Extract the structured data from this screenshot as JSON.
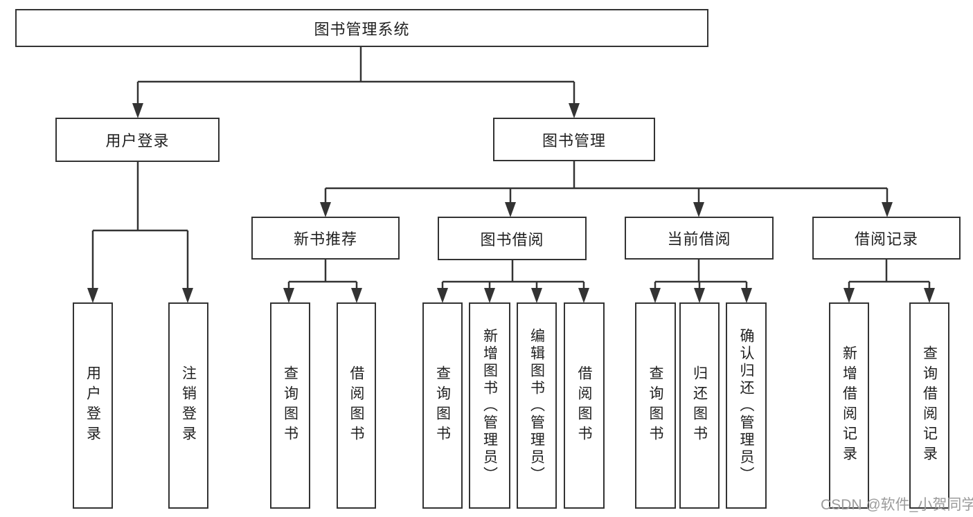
{
  "diagram_title": "图书管理系统",
  "watermark": "CSDN @软件_小贺同学",
  "colors": {
    "line": "#333333",
    "box_border": "#333333",
    "text": "#1f1f1f",
    "watermark": "#9b9b9b",
    "background": "#ffffff"
  },
  "tree": {
    "label": "图书管理系统",
    "children": [
      {
        "label": "用户登录",
        "children": [
          {
            "label": "用户登录"
          },
          {
            "label": "注销登录"
          }
        ]
      },
      {
        "label": "图书管理",
        "children": [
          {
            "label": "新书推荐",
            "children": [
              {
                "label": "查询图书"
              },
              {
                "label": "借阅图书"
              }
            ]
          },
          {
            "label": "图书借阅",
            "children": [
              {
                "label": "查询图书"
              },
              {
                "label": "新增图书（管理员）"
              },
              {
                "label": "编辑图书（管理员）"
              },
              {
                "label": "借阅图书"
              }
            ]
          },
          {
            "label": "当前借阅",
            "children": [
              {
                "label": "查询图书"
              },
              {
                "label": "归还图书"
              },
              {
                "label": "确认归还（管理员）"
              }
            ]
          },
          {
            "label": "借阅记录",
            "children": [
              {
                "label": "新增借阅记录"
              },
              {
                "label": "查询借阅记录"
              }
            ]
          }
        ]
      }
    ]
  }
}
